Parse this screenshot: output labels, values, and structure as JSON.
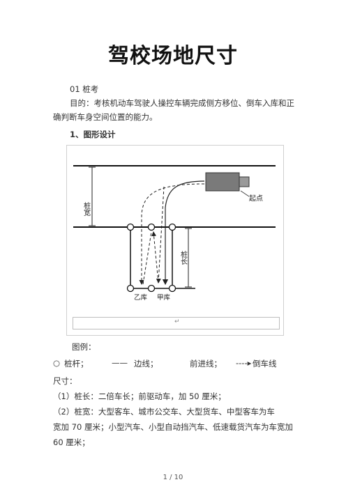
{
  "title": "驾校场地尺寸",
  "section_01": "01 桩考",
  "purpose_line1": "目的：考核机动车驾驶人操控车辆完成侧方移位、倒车入库和正",
  "purpose_line2": "确判断车身空间位置的能力。",
  "design_heading": "1、图形设计",
  "diagram": {
    "label_width": "桩宽",
    "label_length": "桩长",
    "label_start": "起点",
    "label_yi": "乙库",
    "label_jia": "甲库"
  },
  "legend": {
    "heading": "图例：",
    "pile_symbol": "○",
    "pile": "桩杆；",
    "edge_symbol": "——",
    "edge": "边线；",
    "forward": "前进线；",
    "reverse_symbol": "----▸",
    "reverse": "倒车线"
  },
  "size_heading": "尺寸：",
  "item1": "（1）桩长：二倍车长；前驱动车，加 50 厘米；",
  "item2_line1": "（2）桩宽：大型客车、城市公交车、大型货车、中型客车为车",
  "item2_line2": "宽加 70 厘米；小型汽车、小型自动挡汽车、低速载货汽车为车宽加",
  "item2_line3": "60 厘米；",
  "page_number": "1 / 10"
}
